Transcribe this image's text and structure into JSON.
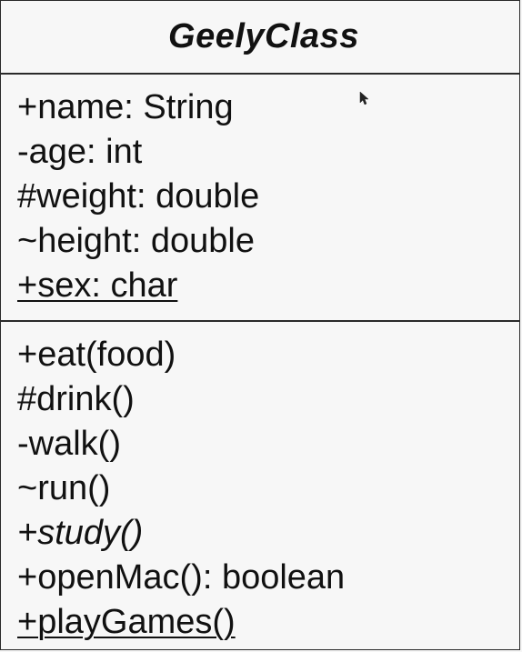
{
  "class": {
    "name": "GeelyClass",
    "attributes": [
      {
        "text": "+name: String",
        "static": false,
        "abstract": false
      },
      {
        "text": "-age: int",
        "static": false,
        "abstract": false
      },
      {
        "text": "#weight: double",
        "static": false,
        "abstract": false
      },
      {
        "text": "~height: double",
        "static": false,
        "abstract": false
      },
      {
        "text": "+sex: char",
        "static": true,
        "abstract": false
      }
    ],
    "operations": [
      {
        "text": "+eat(food)",
        "static": false,
        "abstract": false
      },
      {
        "text": "#drink()",
        "static": false,
        "abstract": false
      },
      {
        "text": "-walk()",
        "static": false,
        "abstract": false
      },
      {
        "text": "~run()",
        "static": false,
        "abstract": false
      },
      {
        "text": "+study()",
        "static": false,
        "abstract": true
      },
      {
        "text": "+openMac(): boolean",
        "static": false,
        "abstract": false
      },
      {
        "text": "+playGames()",
        "static": true,
        "abstract": false
      }
    ]
  },
  "icons": {
    "cursor": "mouse-pointer-icon"
  },
  "colors": {
    "border": "#2a2a2a",
    "text": "#111111",
    "background": "#f7f7f7"
  }
}
